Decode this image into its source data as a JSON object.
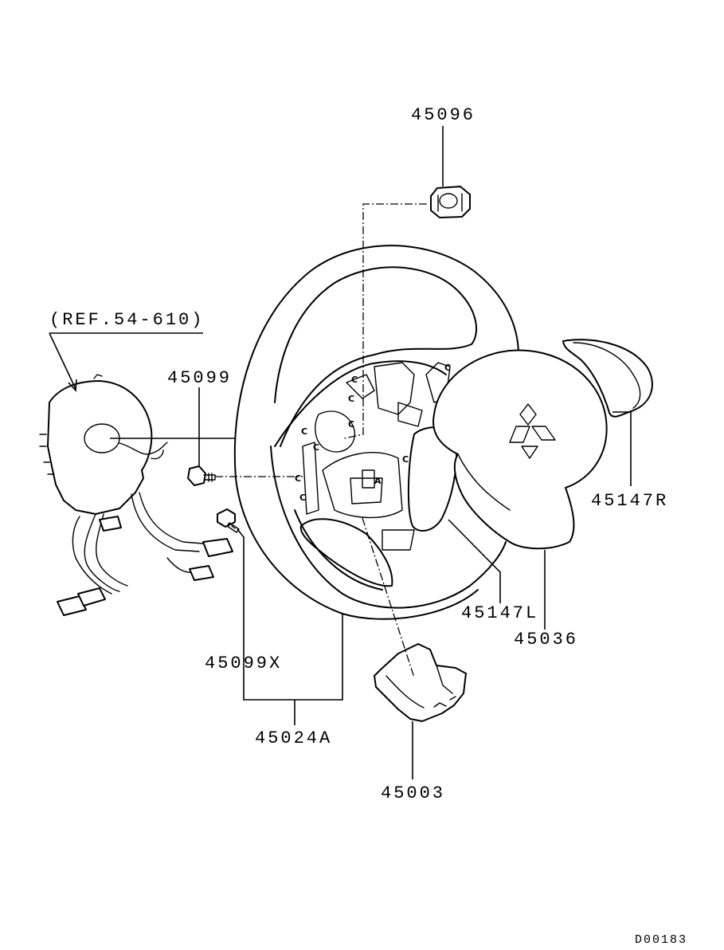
{
  "diagram": {
    "code": "D00183",
    "reference": "(REF.54-610)",
    "parts": {
      "p45096": "45096",
      "p45099": "45099",
      "p45147R": "45147R",
      "p45147L": "45147L",
      "p45036": "45036",
      "p45099X": "45099X",
      "p45024A": "45024A",
      "p45003": "45003"
    }
  }
}
